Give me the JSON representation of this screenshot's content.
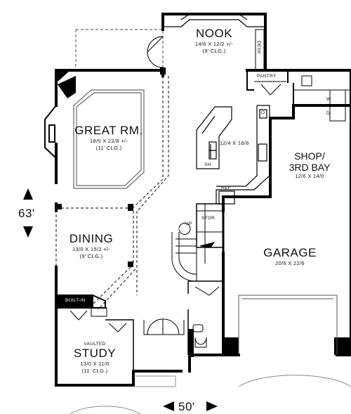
{
  "rooms": {
    "nook": {
      "name": "NOOK",
      "size": "14/6 X 12/2 +/-",
      "ceiling": "(9' CLG.)"
    },
    "great": {
      "name": "GREAT RM.",
      "size": "18/0 X 22/8 +/-",
      "ceiling": "(11' CLG.)"
    },
    "kitchen": {
      "size": "12/4 X 16/6"
    },
    "shop": {
      "name_line1": "SHOP/",
      "name_line2": "3RD BAY",
      "size": "12/6 X 14/0"
    },
    "dining": {
      "name": "DINING",
      "size": "13/0 X 15/2 +/-",
      "ceiling": "(9' CLG.)"
    },
    "garage": {
      "name": "GARAGE",
      "size": "20/6 X 22/6"
    },
    "study": {
      "pre": "VAULTED",
      "name": "STUDY",
      "size": "13/0 X 11/0",
      "ceiling": "(11' CLG.)"
    }
  },
  "labels": {
    "pantry": "PANTRY",
    "desk": "DESK",
    "washer": "W",
    "dryer": "D",
    "oven": "O",
    "sink": "SH.",
    "ref": "REF",
    "storage": "STOR.",
    "up": "UP",
    "built_in": "BUILT-IN"
  },
  "dimensions": {
    "depth": "63'",
    "width": "50'"
  }
}
